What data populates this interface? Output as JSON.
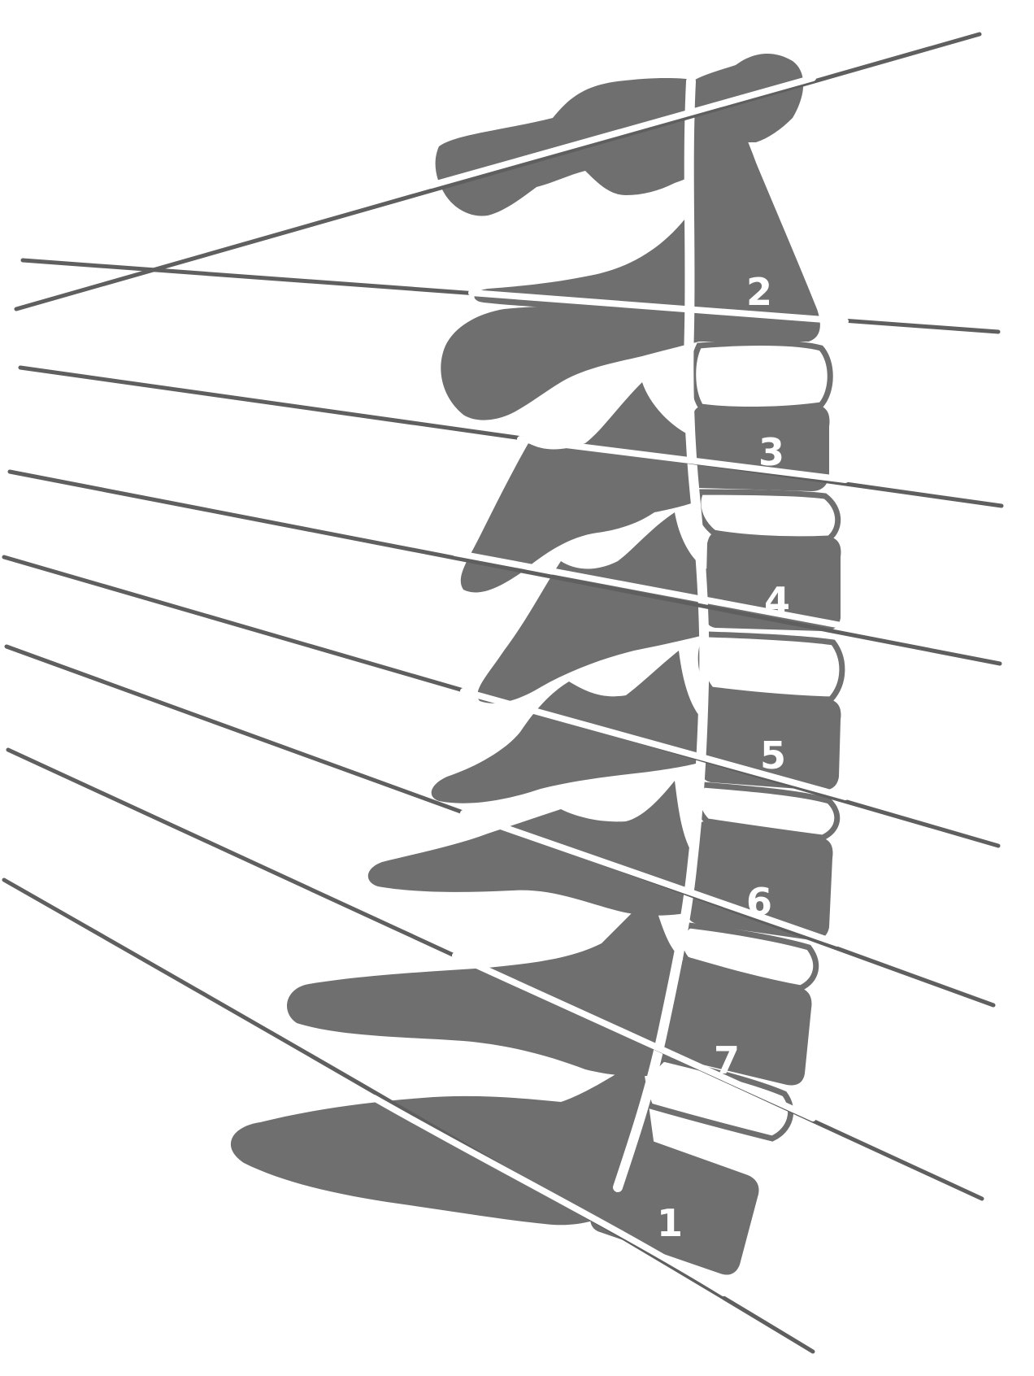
{
  "figure": {
    "background": "#ffffff",
    "bone_color": "#6f6f6f",
    "line_color": "#5f5f5f",
    "vertebra_labels": [
      "2",
      "3",
      "4",
      "5",
      "6",
      "7",
      "1"
    ]
  }
}
